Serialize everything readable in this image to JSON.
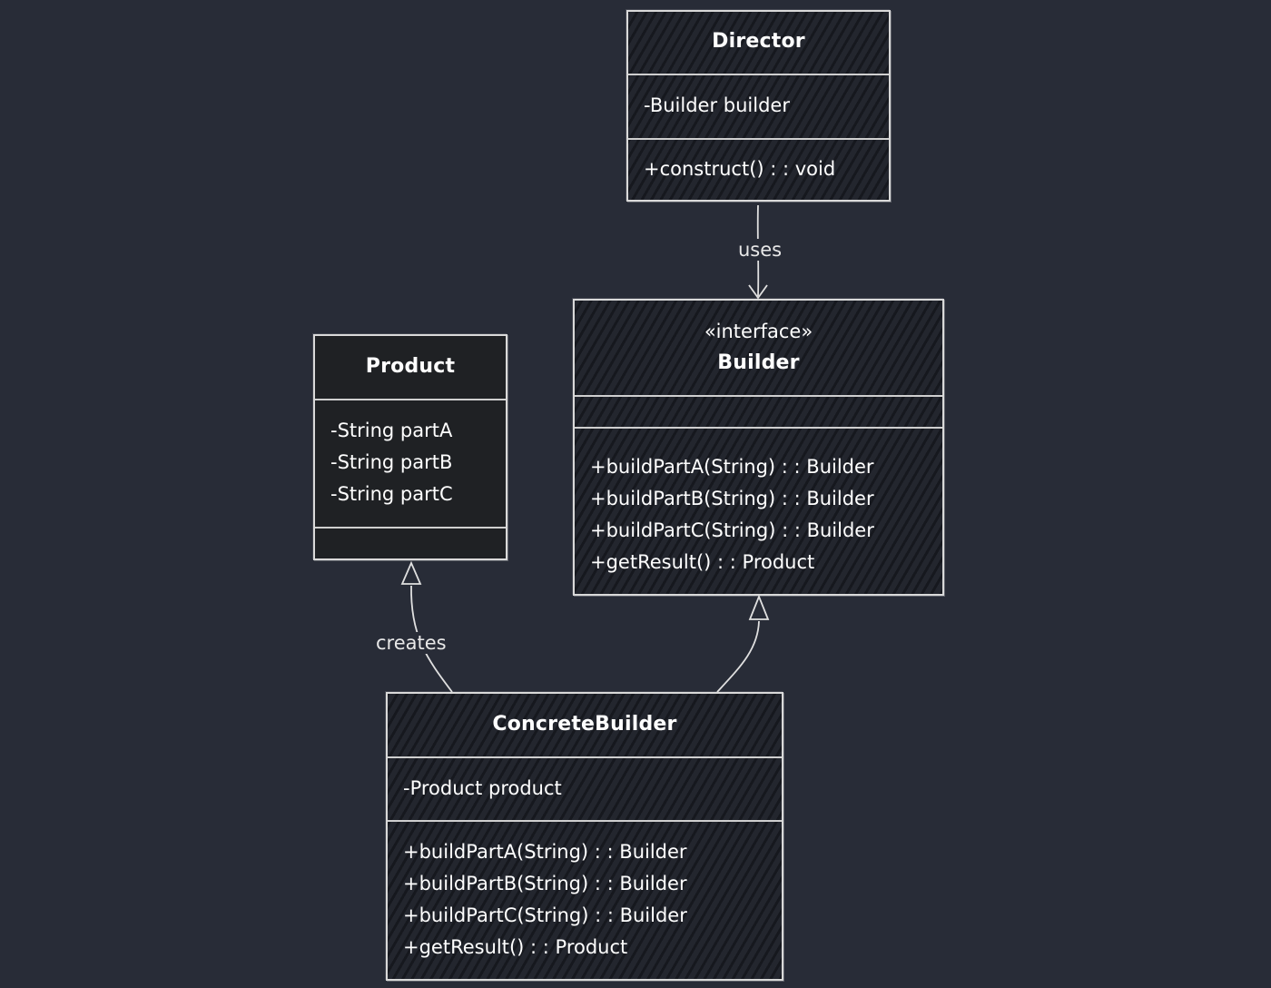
{
  "diagram": {
    "classes": {
      "director": {
        "name": "Director",
        "attributes": [
          "-Builder builder"
        ],
        "methods": [
          "+construct() : : void"
        ]
      },
      "builder": {
        "stereotype": "«interface»",
        "name": "Builder",
        "attributes": [],
        "methods": [
          "+buildPartA(String) : : Builder",
          "+buildPartB(String) : : Builder",
          "+buildPartC(String) : : Builder",
          "+getResult() : : Product"
        ]
      },
      "product": {
        "name": "Product",
        "attributes": [
          "-String partA",
          "-String partB",
          "-String partC"
        ],
        "methods": []
      },
      "concrete_builder": {
        "name": "ConcreteBuilder",
        "attributes": [
          "-Product product"
        ],
        "methods": [
          "+buildPartA(String) : : Builder",
          "+buildPartB(String) : : Builder",
          "+buildPartC(String) : : Builder",
          "+getResult() : : Product"
        ]
      }
    },
    "relations": {
      "uses": "uses",
      "creates": "creates"
    },
    "colors": {
      "background": "#282c37",
      "box_fill": "#23262e",
      "stroke": "#d9d9d9",
      "text": "#ffffff"
    }
  }
}
